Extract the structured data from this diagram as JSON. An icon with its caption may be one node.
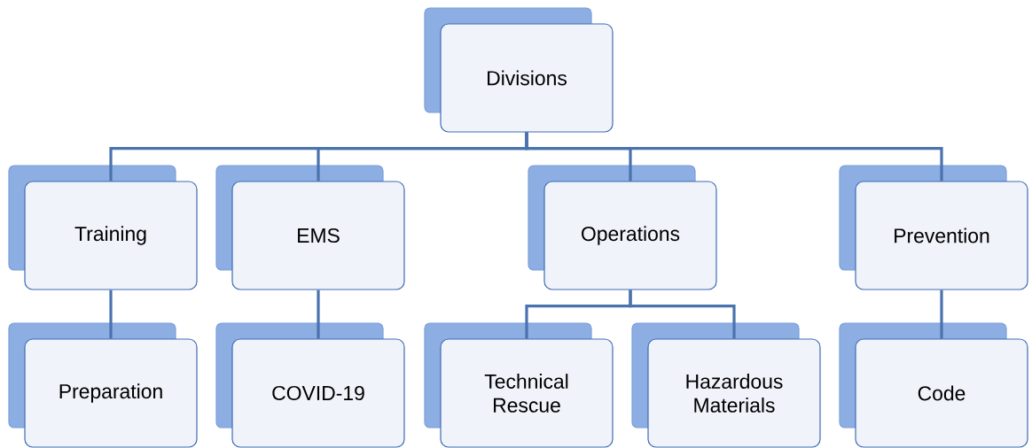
{
  "diagram": {
    "nodes": [
      {
        "text": [
          "Divisions"
        ]
      },
      {
        "text": [
          "Training"
        ]
      },
      {
        "text": [
          "EMS"
        ]
      },
      {
        "text": [
          "Operations"
        ]
      },
      {
        "text": [
          "Prevention"
        ]
      },
      {
        "text": [
          "Preparation"
        ]
      },
      {
        "text": [
          "COVID-19"
        ]
      },
      {
        "text": [
          "Technical Rescue"
        ]
      },
      {
        "text": [
          "Hazardous Materials"
        ]
      },
      {
        "text": [
          "Code"
        ]
      }
    ],
    "edges": [
      {
        "from": 0,
        "to": 1,
        "arrow": "none"
      },
      {
        "from": 0,
        "to": 2,
        "arrow": "none"
      },
      {
        "from": 0,
        "to": 3,
        "arrow": "none"
      },
      {
        "from": 0,
        "to": 4,
        "arrow": "none"
      },
      {
        "from": 1,
        "to": 5,
        "arrow": "none"
      },
      {
        "from": 2,
        "to": 6,
        "arrow": "none"
      },
      {
        "from": 3,
        "to": 7,
        "arrow": "none"
      },
      {
        "from": 3,
        "to": 8,
        "arrow": "none"
      },
      {
        "from": 4,
        "to": 9,
        "arrow": "none"
      }
    ]
  }
}
